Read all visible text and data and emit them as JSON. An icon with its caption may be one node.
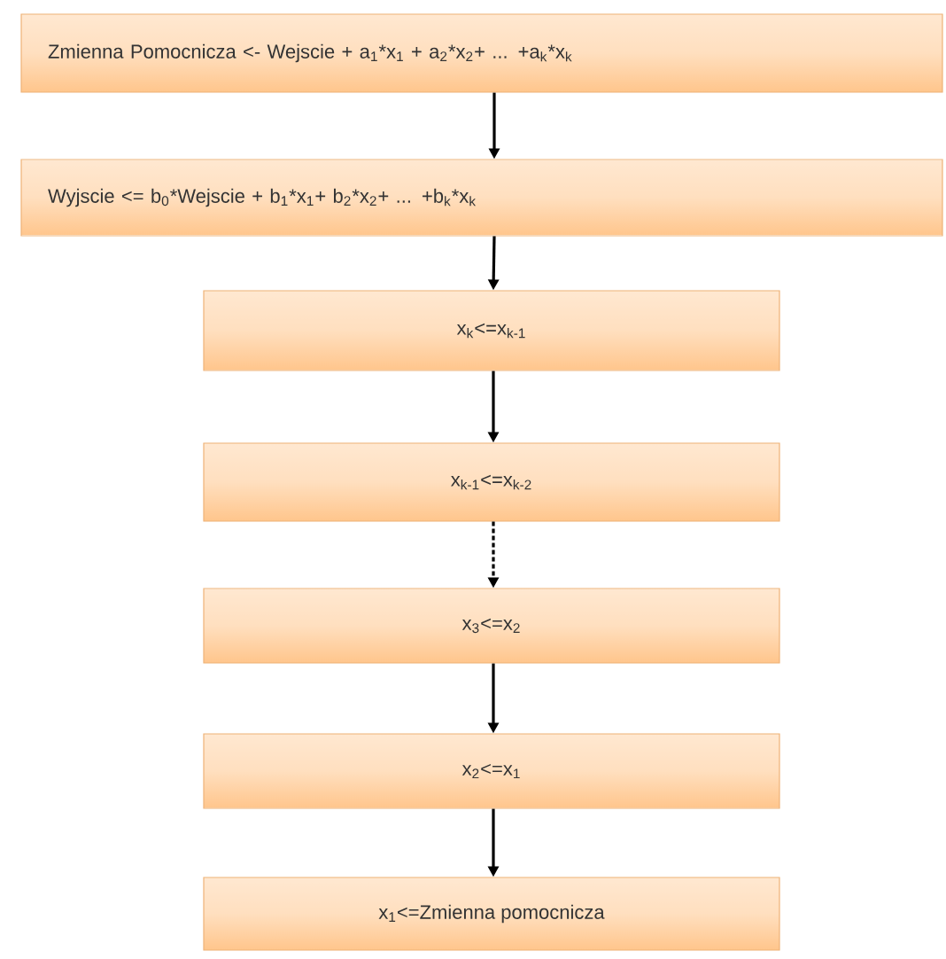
{
  "diagram": {
    "nodes": [
      {
        "text": [
          "Zmienna Pomocnicza <- Wejscie + a$_{1}$*x$_{1}$ + a$_{2}$*x$_{2}$+ ... +a$_{k}$*x$_{k}$"
        ]
      },
      {
        "text": [
          "Wyjscie <= b$_{0}$*Wejscie + b$_{1}$*x$_{1}$+ b$_{2}$*x$_{2}$+ ... +b$_{k}$*x$_{k}$"
        ]
      },
      {
        "text": [
          "x$_{k}$<=x$_{k-1}$"
        ]
      },
      {
        "text": [
          "x$_{k-1}$<=x$_{k-2}$"
        ]
      },
      {
        "text": [
          "x$_{3}$<=x$_{2}$"
        ]
      },
      {
        "text": [
          "x$_{2}$<=x$_{1}$"
        ]
      },
      {
        "text": [
          "x$_{1}$<=Zmienna pomocnicza"
        ]
      }
    ],
    "edges": [
      {
        "from": 0,
        "to": 1,
        "arrow": "to"
      },
      {
        "from": 1,
        "to": 2,
        "arrow": "to"
      },
      {
        "from": 2,
        "to": 3,
        "arrow": "to"
      },
      {
        "from": 3,
        "to": 4,
        "arrow": "to",
        "style": "dashed"
      },
      {
        "from": 4,
        "to": 5,
        "arrow": "to"
      },
      {
        "from": 5,
        "to": 6,
        "arrow": "to"
      }
    ]
  }
}
